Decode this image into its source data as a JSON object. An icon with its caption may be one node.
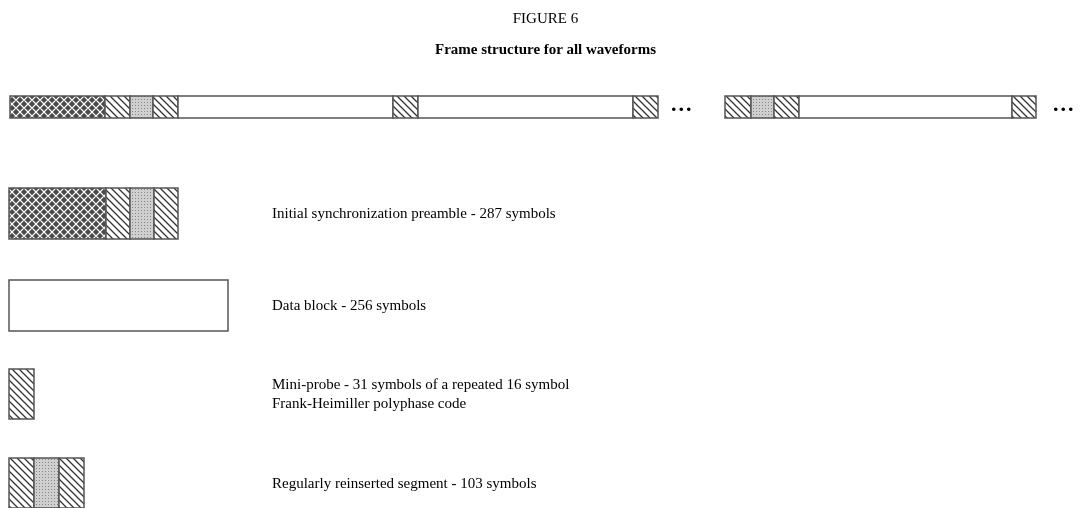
{
  "diagram": {
    "title": "Frame structure for all waveforms",
    "labels": [
      "FIGURE 6",
      "...",
      "..."
    ],
    "legend": [
      {
        "text": "Initial synchronization preamble - 287 symbols"
      },
      {
        "text": "Data block - 256 symbols"
      },
      {
        "text": "Mini-probe - 31 symbols of a repeated 16 symbol Frank-Heimiller polyphase code"
      },
      {
        "text": "Regularly reinserted segment - 103 symbols"
      }
    ]
  }
}
